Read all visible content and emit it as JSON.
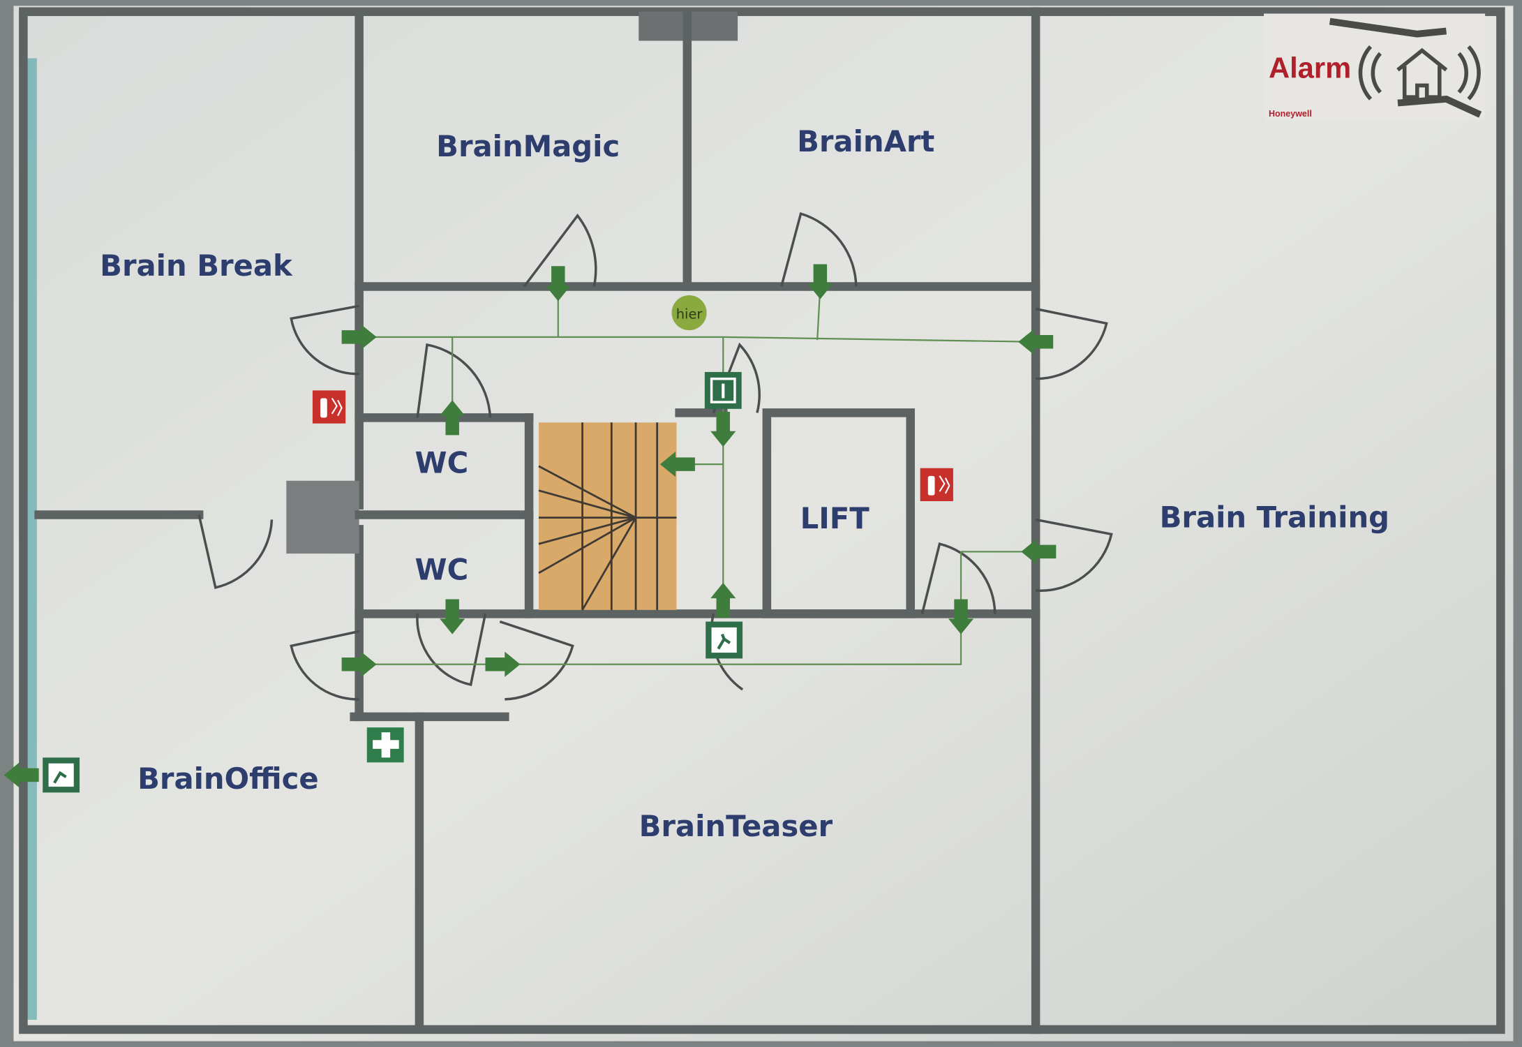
{
  "rooms": {
    "brain_break": "Brain Break",
    "brain_magic": "BrainMagic",
    "brain_art": "BrainArt",
    "brain_training": "Brain Training",
    "brain_office": "BrainOffice",
    "brain_teaser": "BrainTeaser",
    "wc_upper": "WC",
    "wc_lower": "WC",
    "lift": "LIFT"
  },
  "you_are_here": "hier",
  "alarm_sticker": {
    "label": "Alarm",
    "brand": "Honeywell"
  },
  "colors": {
    "room_label": "#2c3d6e",
    "escape_arrow": "#3f7d3c",
    "stairs": "#d9a96a",
    "fire_sign": "#c8302c",
    "you_are_here": "#8aa93e",
    "alarm_red": "#b0202a",
    "window": "#6fb0b0"
  },
  "icons": [
    "fire-extinguisher-icon",
    "emergency-exit-icon",
    "first-aid-icon",
    "escape-arrow-icon",
    "alarm-house-icon"
  ]
}
